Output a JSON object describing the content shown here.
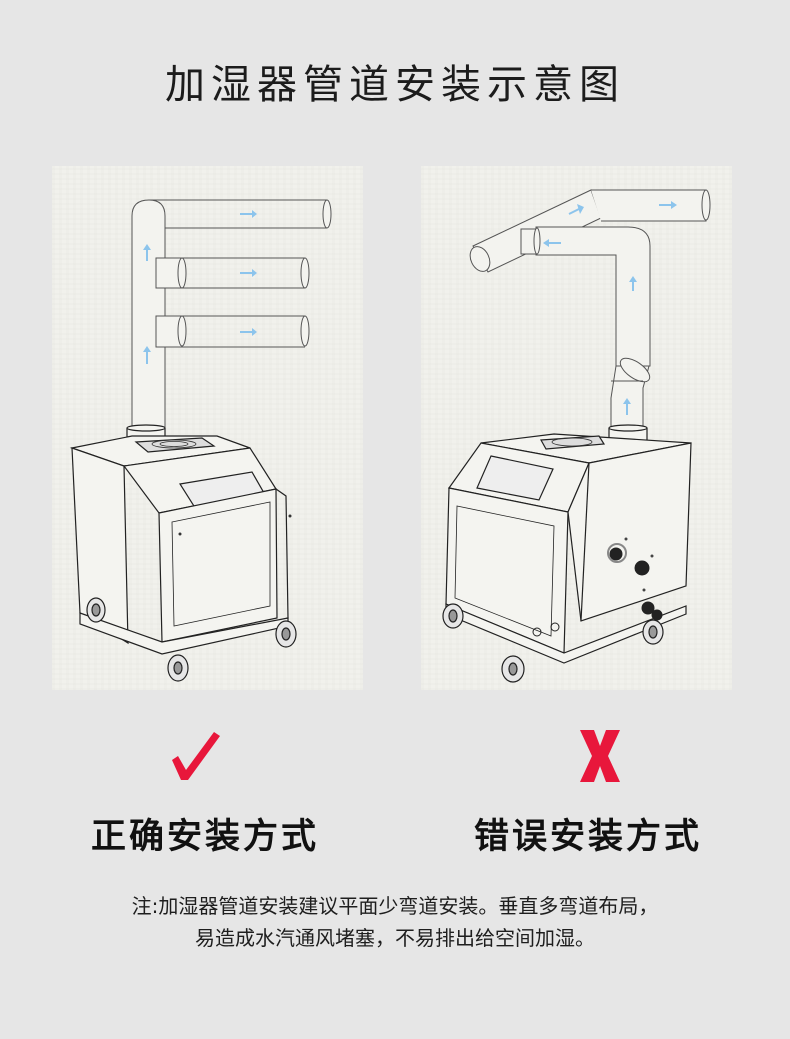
{
  "title": "加湿器管道安装示意图",
  "panels": {
    "correct": {
      "mark": "✓",
      "mark_color": "#e8173b",
      "caption": "正确安装方式",
      "description": "Vertical riser with three horizontal branch pipes extending right; blue arrows indicate upward then rightward airflow"
    },
    "wrong": {
      "mark": "X",
      "mark_color": "#e8173b",
      "caption": "错误安装方式",
      "description": "Riser with angled elbow, multiple bends going up, left then angled upward and right; blue arrows show convoluted airflow"
    }
  },
  "note": {
    "line1": "注:加湿器管道安装建议平面少弯道安装。垂直多弯道布局，",
    "line2": "易造成水汽通风堵塞，不易排出给空间加湿。"
  },
  "colors": {
    "background": "#e6e6e6",
    "panel": "#f1f1ec",
    "accent_red": "#e8173b",
    "arrow_blue": "#8cc4ec",
    "line": "#333333"
  }
}
